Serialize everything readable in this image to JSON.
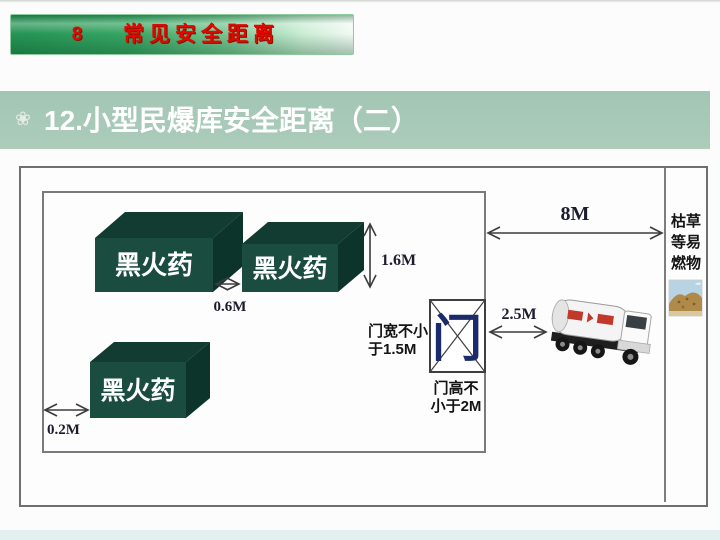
{
  "header": {
    "number": "8",
    "title": "常见安全距离"
  },
  "slide_title": {
    "icon": "❀",
    "text": "12.小型民爆库安全距离（二）"
  },
  "diagram": {
    "boxes": [
      "黑火药",
      "黑火药",
      "黑火药"
    ],
    "measurements": {
      "box_gap": "0.6M",
      "box_height": "1.6M",
      "to_flammables": "8M",
      "to_vehicle": "2.5M",
      "to_wall": "0.2M"
    },
    "door": {
      "char": "门",
      "width_lines": [
        "门宽不小",
        "于1.5M"
      ],
      "height_lines": [
        "门高不",
        "小于2M"
      ]
    },
    "flammables_lines": [
      "枯草",
      "等易",
      "燃物"
    ]
  },
  "colors": {
    "header_text_red": "#e10800",
    "header_bar_green": "#37a663",
    "title_bar_sage": "#a5c9b7",
    "powder_box_green": "#17493c",
    "door_char_navy": "#1b2a6b"
  }
}
